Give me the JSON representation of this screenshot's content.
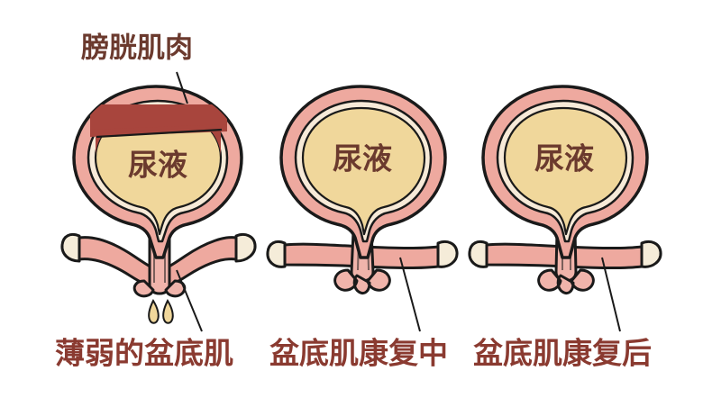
{
  "figure": {
    "title_label": "膀胱肌肉",
    "background_color": "#ffffff",
    "label_color": "#6b3a2e",
    "leader_line_color": "#1a1a1a",
    "outline_color": "#1a1a1a",
    "palette": {
      "bladder_wall_pink": "#eea99f",
      "bladder_wall_pink_dark": "#e8958b",
      "wall_inner_cream": "#f7ead8",
      "urine_tan": "#f0d79b",
      "urine_tan_edge": "#e8c887",
      "muscle_dark_red": "#a8453d",
      "bone_cream": "#f5ecd9",
      "urethra_pink": "#f0b4ab"
    }
  },
  "panels": [
    {
      "id": "panel-weak",
      "caption": "薄弱的盆底肌",
      "urine_label": "尿液",
      "has_muscle_band": true,
      "has_leak_drops": true,
      "leak_drop_count": 2,
      "pelvic_floor_state": "sagging",
      "callouts": [
        {
          "name": "bladder-muscle-callout",
          "label": "膀胱肌肉"
        },
        {
          "name": "weak-pelvic-floor-callout",
          "label": "薄弱的盆底肌"
        }
      ]
    },
    {
      "id": "panel-recovering",
      "caption": "盆底肌康复中",
      "urine_label": "尿液",
      "has_muscle_band": false,
      "has_leak_drops": false,
      "pelvic_floor_state": "flat",
      "callouts": [
        {
          "name": "recovering-pelvic-floor-callout",
          "label": "盆底肌康复中"
        }
      ]
    },
    {
      "id": "panel-recovered",
      "caption": "盆底肌康复后",
      "urine_label": "尿液",
      "has_muscle_band": false,
      "has_leak_drops": false,
      "pelvic_floor_state": "firm",
      "callouts": [
        {
          "name": "recovered-pelvic-floor-callout",
          "label": "盆底肌康复后"
        }
      ]
    }
  ]
}
